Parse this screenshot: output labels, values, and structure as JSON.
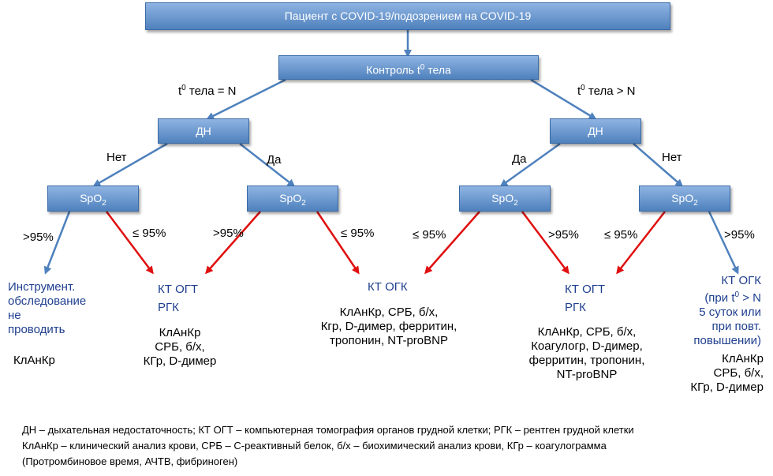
{
  "nodes": {
    "top": "Пациент с COVID-19/подозрением на COVID-19",
    "control_prefix": "Контроль t",
    "control_sup": "0",
    "control_suffix": " тела",
    "dn": "ДН",
    "spo2_main": "SpO",
    "spo2_sub": "2"
  },
  "branch_labels": {
    "temp_prefix": "t",
    "temp_sup": "0",
    "temp_normal_suffix": " тела = N",
    "temp_high_suffix": " тела > N",
    "no": "Нет",
    "yes": "Да",
    "gt95": ">95%",
    "le95": "≤ 95%"
  },
  "outcomes": {
    "o1": {
      "lines": [
        "Инструмент.",
        "обследование",
        "не",
        "проводить"
      ],
      "tests": [
        "КлАнКр"
      ]
    },
    "o2": {
      "lines": [
        "КТ ОГТ",
        "РГК"
      ],
      "tests": [
        "КлАнКр",
        "СРБ, б/х,",
        "КГр, D-димер"
      ]
    },
    "o3": {
      "lines": [
        "КТ ОГК"
      ],
      "tests": [
        "КлАнКр, СРБ, б/х,",
        "Кгр, D-димер, ферритин,",
        "тропонин, NT-proBNP"
      ]
    },
    "o4": {
      "lines": [
        "КТ ОГТ",
        "РГК"
      ],
      "tests": [
        "КлАнКр, СРБ, б/х,",
        "Коагулогр, D-димер,",
        "ферритин, тропонин,",
        "NT-proBNP"
      ]
    },
    "o5": {
      "line1": "КТ ОГК",
      "line2_prefix": "(при t",
      "line2_sup": "0",
      "line2_suffix": " > N",
      "lines_rest": [
        "5 суток или",
        "при повт.",
        "повышении)"
      ],
      "tests": [
        "КлАнКр",
        "СРБ, б/х,",
        "КГр, D-димер"
      ]
    }
  },
  "legend": [
    "ДН – дыхательная недостаточность; КТ ОГТ – компьютерная томография органов грудной клетки; РГК – рентген грудной клетки",
    "КлАнКр – клинический анализ крови, СРБ – С-реактивный белок, б/х – биохимический анализ крови, КГр – коагулограмма",
    "(Протромбиновое время, АЧТВ, фибриноген)"
  ],
  "colors": {
    "box": "#4f81bd",
    "arrow_blue": "#4f81bd",
    "arrow_red": "#e01010",
    "text_blue": "#1f3f8f"
  }
}
